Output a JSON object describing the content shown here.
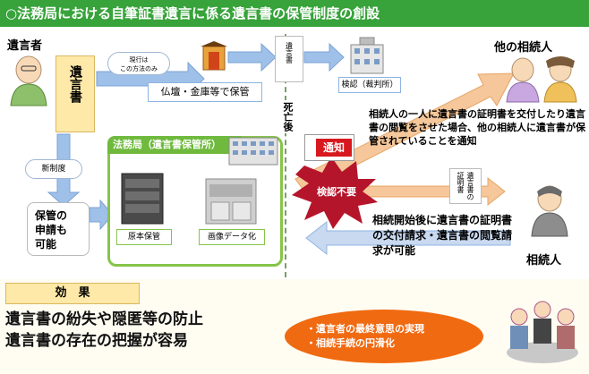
{
  "header": {
    "title": "○法務局における自筆証書遺言に係る遺言書の保管制度の創設"
  },
  "left": {
    "testator_label": "遺言者",
    "will_label": "遺言書",
    "current_method_badge": "現行は\nこの方法のみ",
    "home_storage_label": "仏壇・金庫等で保管",
    "new_system_badge": "新制度",
    "application_label": "保管の\n申請も\n可能"
  },
  "top_flow": {
    "will_vertical": "遺言書",
    "probate_label": "検認（裁判所）"
  },
  "death_label": "死亡後",
  "legal_bureau": {
    "title": "法務局（遺言書保管所）",
    "original_label": "原本保管",
    "image_label": "画像データ化"
  },
  "notice": {
    "badge": "通知",
    "text": "相続人の一人に遺言書の証明書を交付したり遺言書の閲覧をさせた場合、他の相続人に遺言書が保管されていることを通知"
  },
  "no_probate": "検認不要",
  "certificate_vertical": "遺言書の証明書",
  "request_text": "相続開始後に遺言書の証明書の交付請求・遺言書の閲覧請求が可能",
  "people": {
    "other_heirs": "他の相続人",
    "heir": "相続人"
  },
  "effect": {
    "title": "効　果",
    "line1": "遺言書の紛失や隠匿等の防止",
    "line2": "遺言書の存在の把握が容易",
    "bullet1": "・遺言者の最終意思の実現",
    "bullet2": "・相続手続の円滑化"
  },
  "colors": {
    "header_green": "#37a33a",
    "arrow_blue": "#8eb4e3",
    "yellow_box": "#ffe9a8",
    "orange_ellipse": "#f06a12",
    "notice_red": "#d7191f",
    "starburst_red": "#b5152b"
  }
}
